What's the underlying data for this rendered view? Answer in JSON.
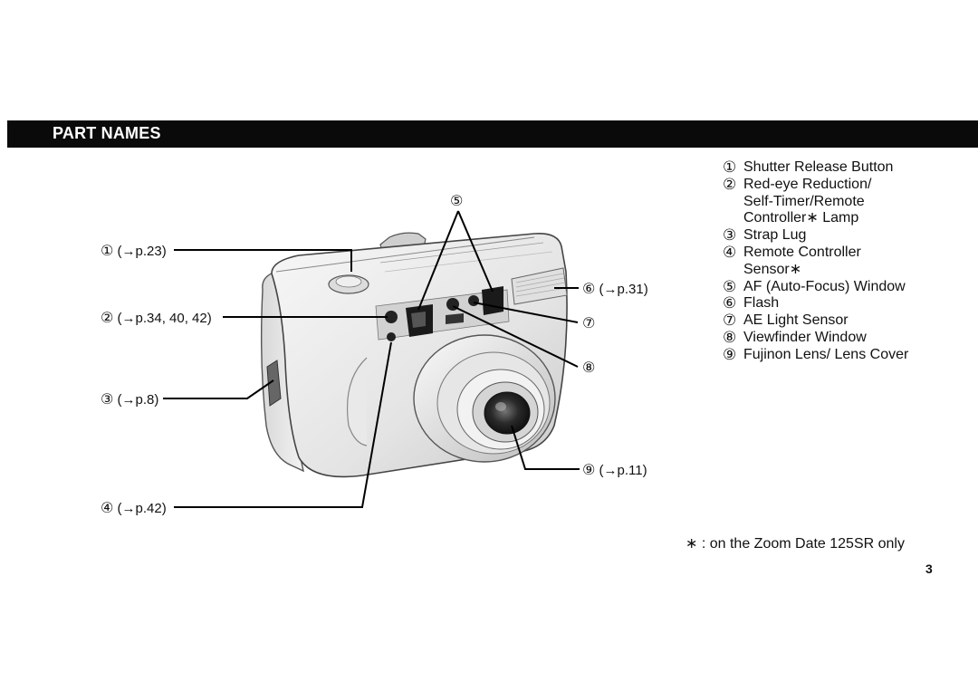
{
  "header": {
    "title": "PART NAMES"
  },
  "callouts": {
    "c1": {
      "num": "①",
      "ref": "(→p.23)"
    },
    "c2": {
      "num": "②",
      "ref": "(→p.34, 40, 42)"
    },
    "c3": {
      "num": "③",
      "ref": "(→p.8)"
    },
    "c4": {
      "num": "④",
      "ref": "(→p.42)"
    },
    "c5": {
      "num": "⑤"
    },
    "c6": {
      "num": "⑥",
      "ref": "(→p.31)"
    },
    "c7": {
      "num": "⑦"
    },
    "c8": {
      "num": "⑧"
    },
    "c9": {
      "num": "⑨",
      "ref": "(→p.11)"
    }
  },
  "legend": [
    {
      "num": "①",
      "text": "Shutter Release Button"
    },
    {
      "num": "②",
      "text": "Red-eye Reduction/"
    },
    {
      "num": "",
      "text": "Self-Timer/Remote"
    },
    {
      "num": "",
      "text": "Controller∗ Lamp"
    },
    {
      "num": "③",
      "text": "Strap Lug"
    },
    {
      "num": "④",
      "text": "Remote Controller"
    },
    {
      "num": "",
      "text": "Sensor∗"
    },
    {
      "num": "⑤",
      "text": "AF (Auto-Focus) Window"
    },
    {
      "num": "⑥",
      "text": "Flash"
    },
    {
      "num": "⑦",
      "text": "AE Light Sensor"
    },
    {
      "num": "⑧",
      "text": "Viewfinder Window"
    },
    {
      "num": "⑨",
      "text": "Fujinon Lens/ Lens Cover"
    }
  ],
  "footnote": "∗ : on the Zoom Date 125SR only",
  "page_number": "3"
}
